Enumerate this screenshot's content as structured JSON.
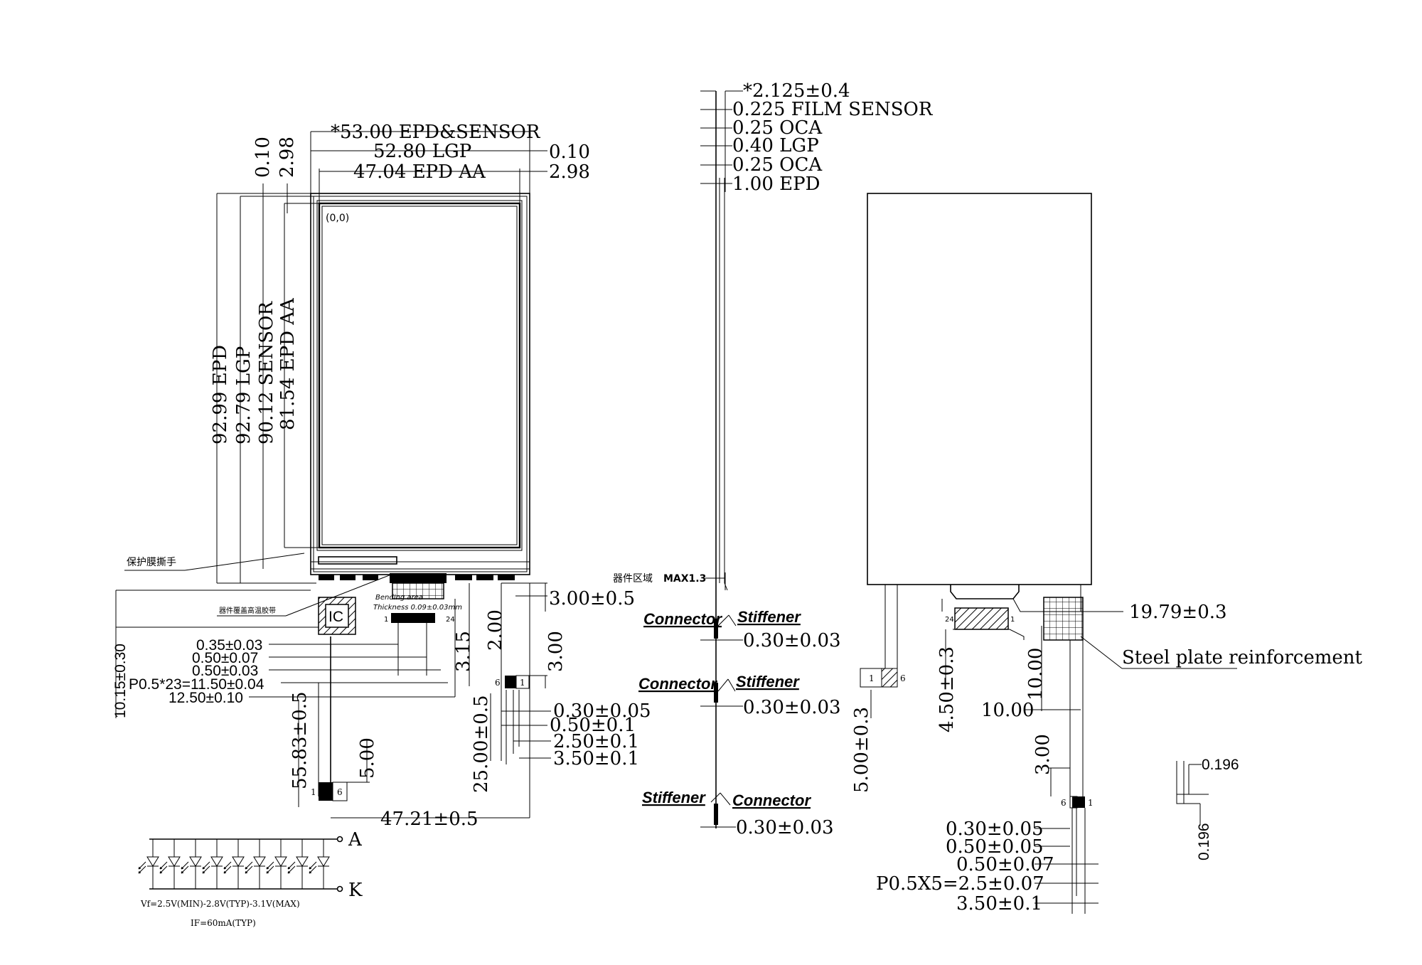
{
  "front": {
    "dim_top": [
      "*53.00 EPD&SENSOR",
      "52.80 LGP",
      "47.04 EPD AA"
    ],
    "dim_top_right": [
      "0.10",
      "2.98"
    ],
    "dim_top_left_vert": [
      "0.10",
      "2.98"
    ],
    "dim_left_vert": [
      "92.99 EPD",
      "92.79 LGP",
      "90.12 SENSOR",
      "81.54 EPD AA"
    ],
    "origin": "(0,0)",
    "peel_label": "保护膜撕手",
    "tape_label": "器件覆盖高温胶带",
    "ic_label": "IC",
    "bending_area": "Bending area",
    "thickness": "Thickness 0.09±0.03mm",
    "pin_1": "1",
    "pin_24": "24",
    "dims_left_stack": [
      "0.35±0.03",
      "0.50±0.07",
      "0.50±0.03",
      "P0.5*23=11.50±0.04",
      "12.50±0.10"
    ],
    "dim_10_15": "10.15±0.30",
    "dim_3_15": "3.15",
    "dim_2_00": "2.00",
    "dim_3_00_top": "3.00±0.5",
    "dim_3_00_vert": "3.00",
    "dim_55_83": "55.83±0.5",
    "dim_5_00": "5.00",
    "dim_25_00": "25.00±0.5",
    "tail_pin_6": "6",
    "tail_pin_1": "1",
    "dims_tail": [
      "0.30±0.05",
      "0.50±0.1",
      "2.50±0.1",
      "3.50±0.1"
    ],
    "fpc_pin_1": "1",
    "fpc_pin_6": "6",
    "dim_47_21": "47.21±0.5"
  },
  "led": {
    "anode": "A",
    "cathode": "K",
    "vf": "Vf=2.5V(MIN)-2.8V(TYP)-3.1V(MAX)",
    "if": "IF=60mA(TYP)",
    "count": 9
  },
  "side": {
    "stack": [
      "*2.125±0.4",
      "0.225 FILM SENSOR",
      "0.25 OCA",
      "0.40 LGP",
      "0.25 OCA",
      "1.00 EPD"
    ],
    "component_zone": "器件区域",
    "max": "MAX1.3",
    "connector": "Connector",
    "stiffener": "Stiffener",
    "t1": "0.30±0.03",
    "t2": "0.30±0.03",
    "t3": "0.30±0.03"
  },
  "back": {
    "dim_19_79": "19.79±0.3",
    "steel": "Steel plate reinforcement",
    "dim_10_00_v": "10.00",
    "dim_10_00_h": "10.00",
    "dim_4_50": "4.50±0.3",
    "dim_5_00": "5.00±0.3",
    "dim_3_00": "3.00",
    "pin_24": "24",
    "pin_1": "1",
    "tab_pin_1": "1",
    "tab_pin_6": "6",
    "tail_pin_6": "6",
    "tail_pin_1": "1",
    "dims_tail": [
      "0.30±0.05",
      "0.50±0.05",
      "0.50±0.07",
      "P0.5X5=2.5±0.07",
      "3.50±0.1"
    ]
  },
  "detail": {
    "d1": "0.196",
    "d2": "0.196"
  }
}
